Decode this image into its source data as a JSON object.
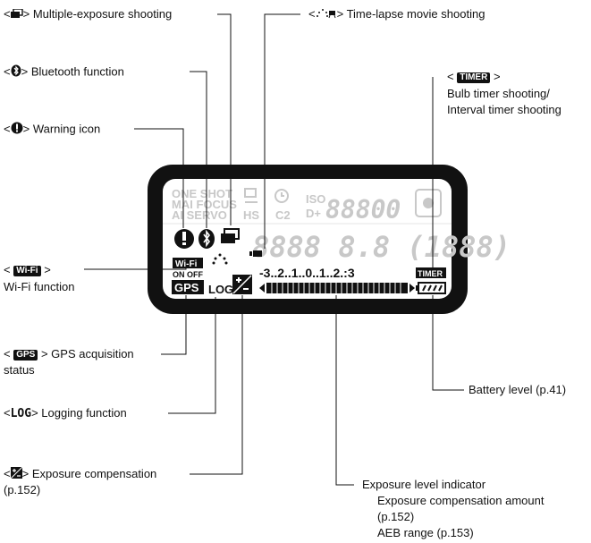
{
  "callouts": {
    "multiple_exposure": {
      "text": "Multiple-exposure shooting",
      "icon": "multiple-exposure-icon"
    },
    "bluetooth": {
      "text": "Bluetooth function",
      "icon": "bluetooth-icon"
    },
    "warning": {
      "text": "Warning icon",
      "icon": "warning-icon"
    },
    "wifi": {
      "badge": "Wi-Fi",
      "text": "Wi-Fi function"
    },
    "gps": {
      "badge": "GPS",
      "line1": "GPS acquisition",
      "line2": "status"
    },
    "logging": {
      "code": "LOG",
      "text": "Logging function"
    },
    "exposure_comp": {
      "line1": "Exposure compensation",
      "line2": "(p.152)",
      "icon": "exposure-compensation-icon"
    },
    "time_lapse": {
      "text": "Time-lapse movie shooting",
      "icon": "time-lapse-movie-icon"
    },
    "timer": {
      "badge": "TIMER",
      "line1": "Bulb timer shooting/",
      "line2": "Interval timer shooting"
    },
    "battery": {
      "text": "Battery level (p.41)"
    },
    "exposure_level": {
      "title": "Exposure level indicator",
      "line1": "Exposure compensation amount",
      "line2": "(p.152)",
      "line3": "AEB range (p.153)"
    }
  },
  "lcd": {
    "af_modes": [
      "ONE SHOT",
      "MAI FOCUS",
      "AI SERVO"
    ],
    "drive_labels": [
      "HS",
      "C2"
    ],
    "iso_label": "ISO",
    "iso_sub": "D+",
    "iso_digits": "88800",
    "main_digits": "8888 8.8 (1888)",
    "wifi_badge": "Wi-Fi",
    "wifi_onoff": "ON OFF",
    "gps_badge": "GPS",
    "log_text": "LOG",
    "timer_badge": "TIMER",
    "scale_text": "-3..2..1..0..1..2.:3"
  },
  "colors": {
    "panel": "#111111",
    "lcd_bg": "#ffffff",
    "lcd_ghost": "#c8c8c8",
    "badge": "#111111"
  }
}
